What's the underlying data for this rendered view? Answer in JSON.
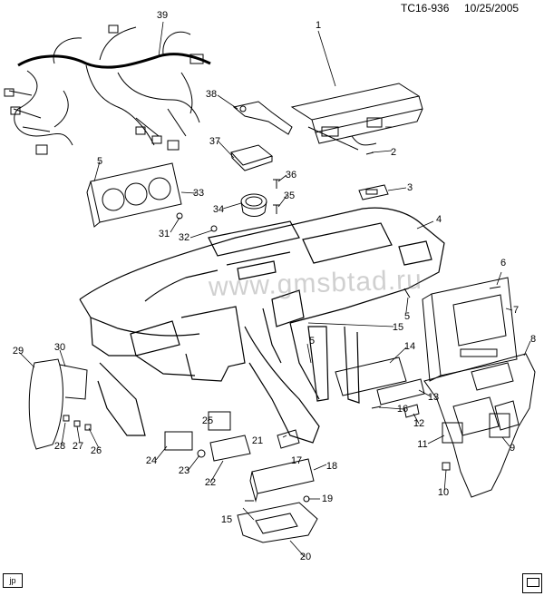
{
  "header": {
    "code": "TC16-936",
    "date": "10/25/2005"
  },
  "watermark": "www.gmsbtad.ru",
  "footer_tag": "jp",
  "callouts": [
    "1",
    "2",
    "3",
    "4",
    "5",
    "5",
    "5",
    "6",
    "7",
    "8",
    "9",
    "10",
    "11",
    "12",
    "13",
    "14",
    "15",
    "15",
    "16",
    "17",
    "18",
    "19",
    "20",
    "21",
    "22",
    "23",
    "24",
    "25",
    "26",
    "27",
    "28",
    "29",
    "30",
    "31",
    "32",
    "33",
    "34",
    "35",
    "36",
    "37",
    "38",
    "39"
  ]
}
